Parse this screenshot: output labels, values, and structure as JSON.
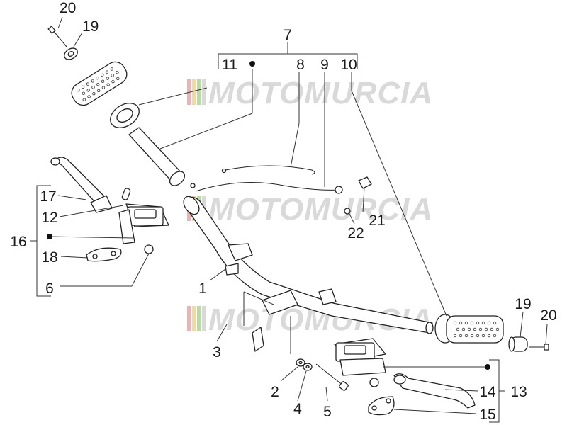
{
  "watermark": {
    "brand": "MOTOMURCIA",
    "stripe_colors": [
      "#e8b4b4",
      "#f3dc8c",
      "#b9d9a7"
    ]
  },
  "callouts": [
    {
      "id": "20",
      "text": "20"
    },
    {
      "id": "19",
      "text": "19"
    },
    {
      "id": "7",
      "text": "7"
    },
    {
      "id": "11",
      "text": "11"
    },
    {
      "id": "8",
      "text": "8"
    },
    {
      "id": "9",
      "text": "9"
    },
    {
      "id": "10",
      "text": "10"
    },
    {
      "id": "17",
      "text": "17"
    },
    {
      "id": "12",
      "text": "12"
    },
    {
      "id": "16",
      "text": "16"
    },
    {
      "id": "18",
      "text": "18"
    },
    {
      "id": "6",
      "text": "6"
    },
    {
      "id": "1",
      "text": "1"
    },
    {
      "id": "22",
      "text": "22"
    },
    {
      "id": "21",
      "text": "21"
    },
    {
      "id": "3",
      "text": "3"
    },
    {
      "id": "19b",
      "text": "19"
    },
    {
      "id": "20b",
      "text": "20"
    },
    {
      "id": "2",
      "text": "2"
    },
    {
      "id": "4",
      "text": "4"
    },
    {
      "id": "5",
      "text": "5"
    },
    {
      "id": "14",
      "text": "14"
    },
    {
      "id": "13",
      "text": "13"
    },
    {
      "id": "15",
      "text": "15"
    }
  ]
}
